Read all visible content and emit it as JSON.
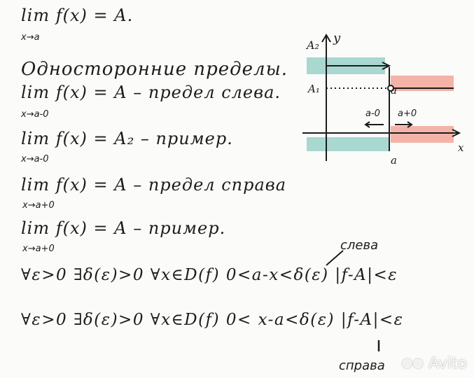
{
  "lines": [
    {
      "main": "lim f(x) = A.",
      "sub": "x→a"
    },
    {
      "main": "Односторонние пределы."
    },
    {
      "main": "lim f(x) = A – предел слева.",
      "sub": "x→a-0"
    },
    {
      "main": "lim f(x) = A₂ – пример.",
      "sub": "x→a-0"
    },
    {
      "main": "lim f(x) = A – предел справа",
      "sub": "x→a+0"
    },
    {
      "main": "lim f(x) = A – пример.",
      "sub": "x→a+0"
    },
    {
      "main": "∀ε>0 ∃δ(ε)>0 ∀x∈D(f) 0<a-x<δ(ε) |f-A|<ε"
    },
    {
      "main": "∀ε>0 ∃δ(ε)>0 ∀x∈D(f) 0< x-a<δ(ε) |f-A|<ε"
    }
  ],
  "notes": {
    "left": "слева",
    "right": "справа"
  },
  "graph": {
    "label_A2": "A₂",
    "label_y": "y",
    "label_A1": "A₁",
    "label_a_point": "a",
    "label_left": "a-0",
    "label_right": "a+0",
    "label_a_axis": "a",
    "label_x": "x",
    "colors": {
      "teal": "#a8d8d0",
      "pink": "#f4b3a8",
      "ink": "#1c1c1c"
    }
  },
  "watermark": {
    "icon": "avito-logo-icon",
    "text": "Avito"
  }
}
